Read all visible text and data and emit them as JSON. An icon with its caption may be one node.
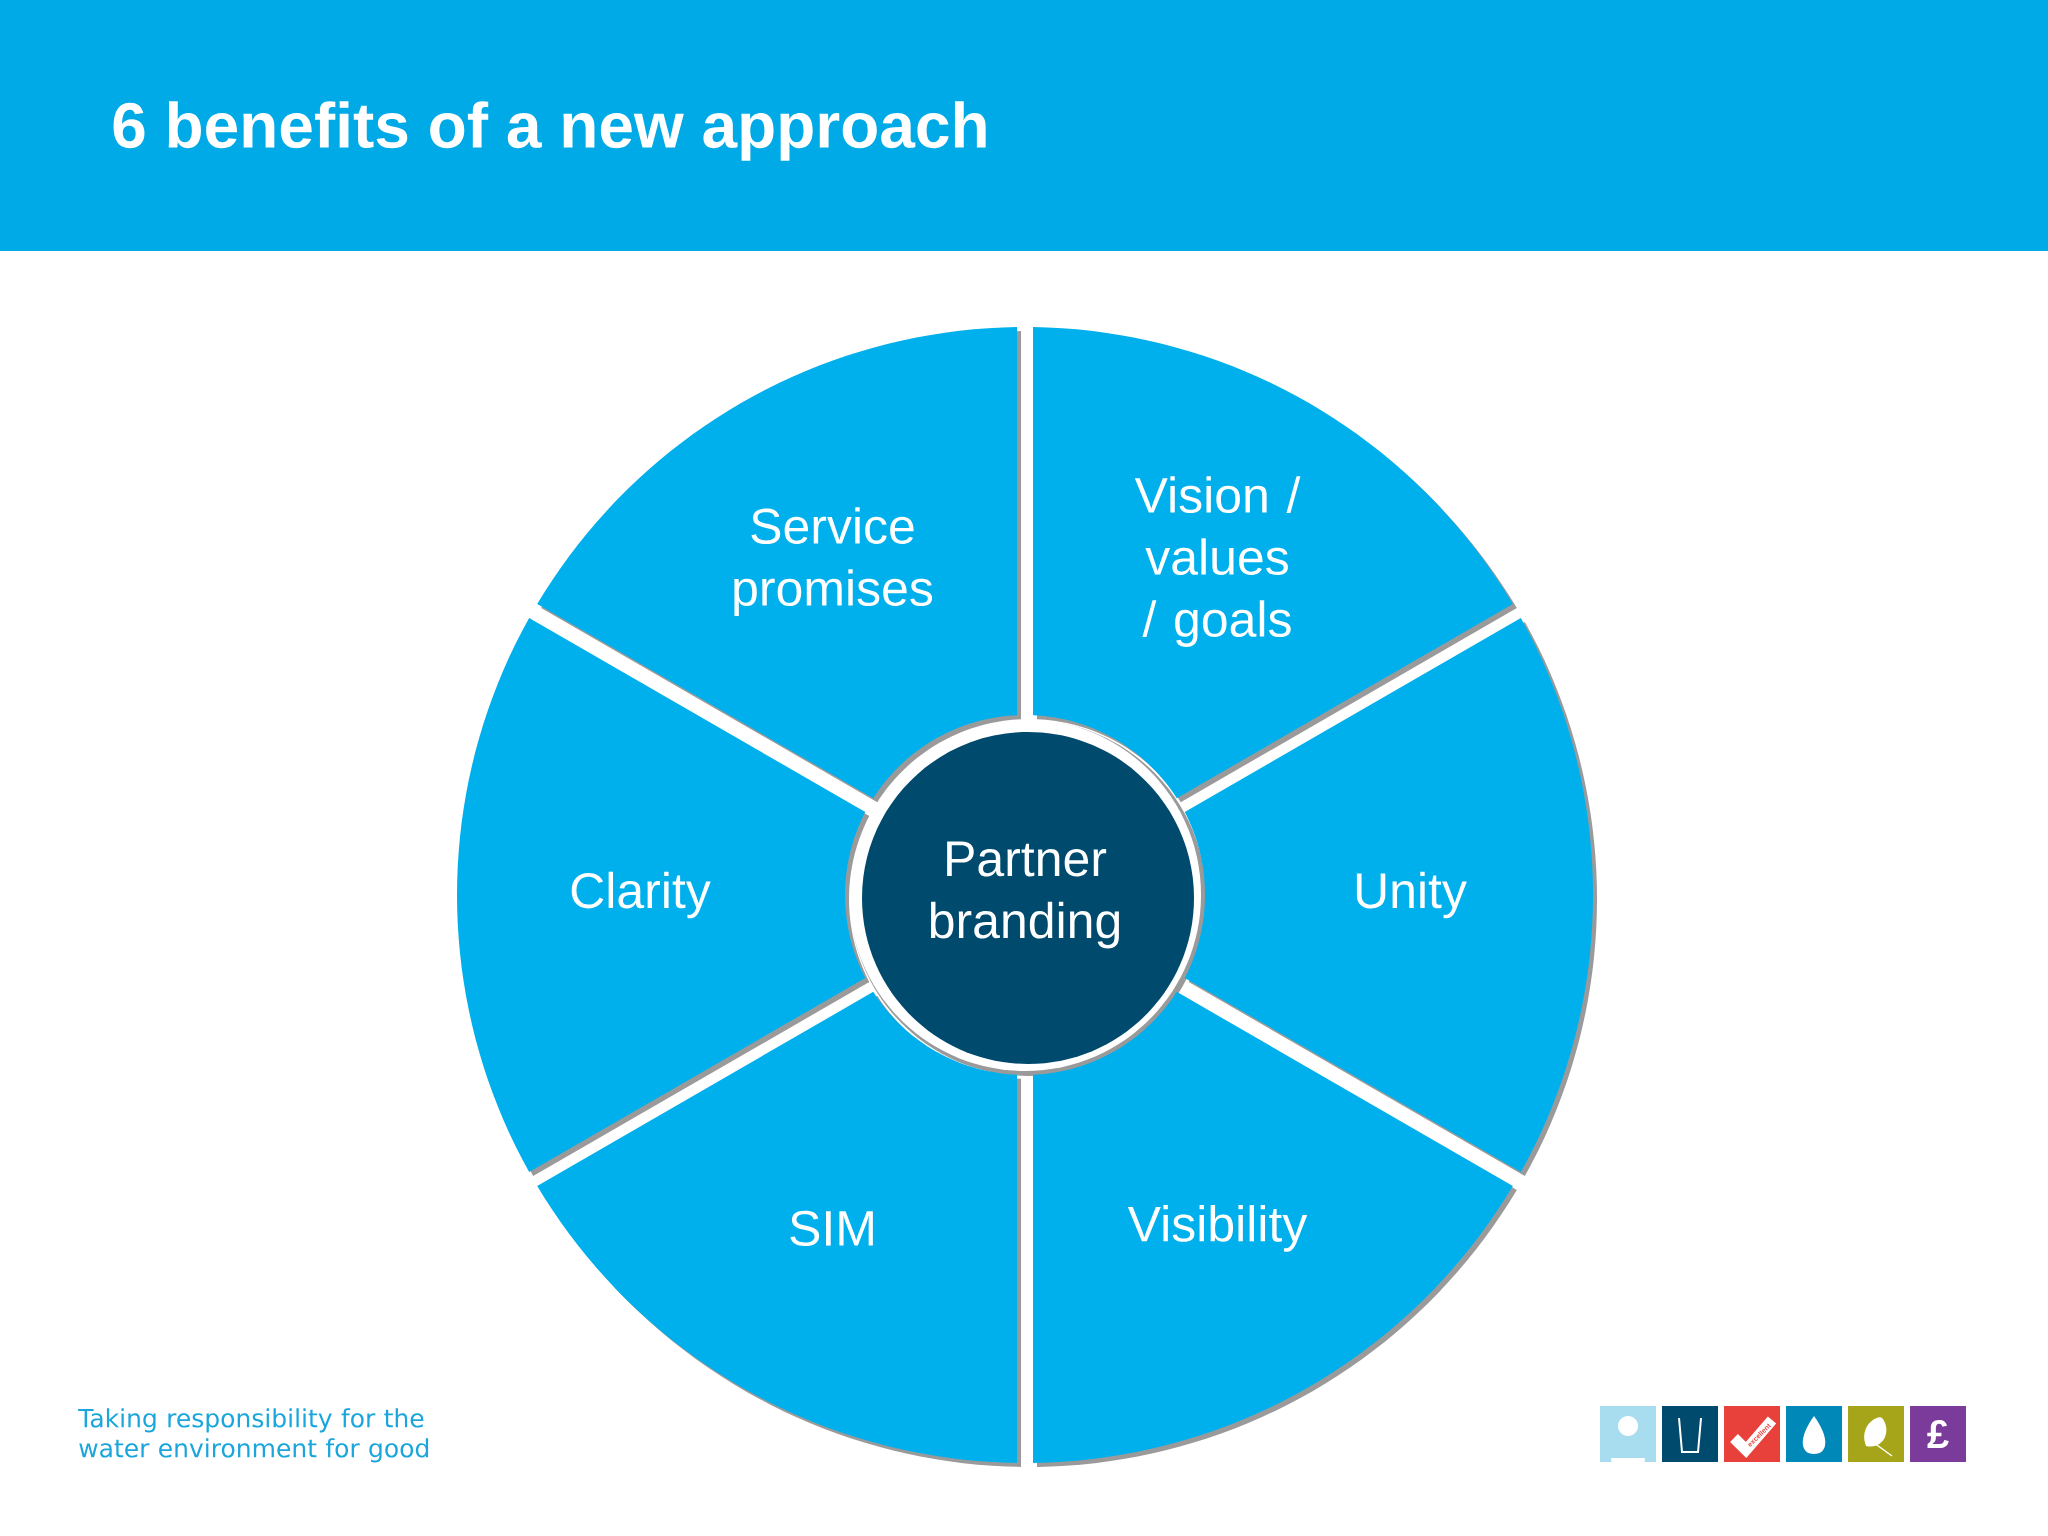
{
  "diagram": {
    "title": "6 benefits of a new approach",
    "nodes": [
      {
        "text": [
          "Partner branding"
        ]
      },
      {
        "text": [
          "Service promises"
        ]
      },
      {
        "text": [
          "Vision / values / goals"
        ]
      },
      {
        "text": [
          "Clarity"
        ]
      },
      {
        "text": [
          "Unity"
        ]
      },
      {
        "text": [
          "SIM"
        ]
      },
      {
        "text": [
          "Visibility"
        ]
      }
    ],
    "labels": [
      "Taking responsibility for the water environment for good",
      "excellent",
      "£"
    ]
  }
}
